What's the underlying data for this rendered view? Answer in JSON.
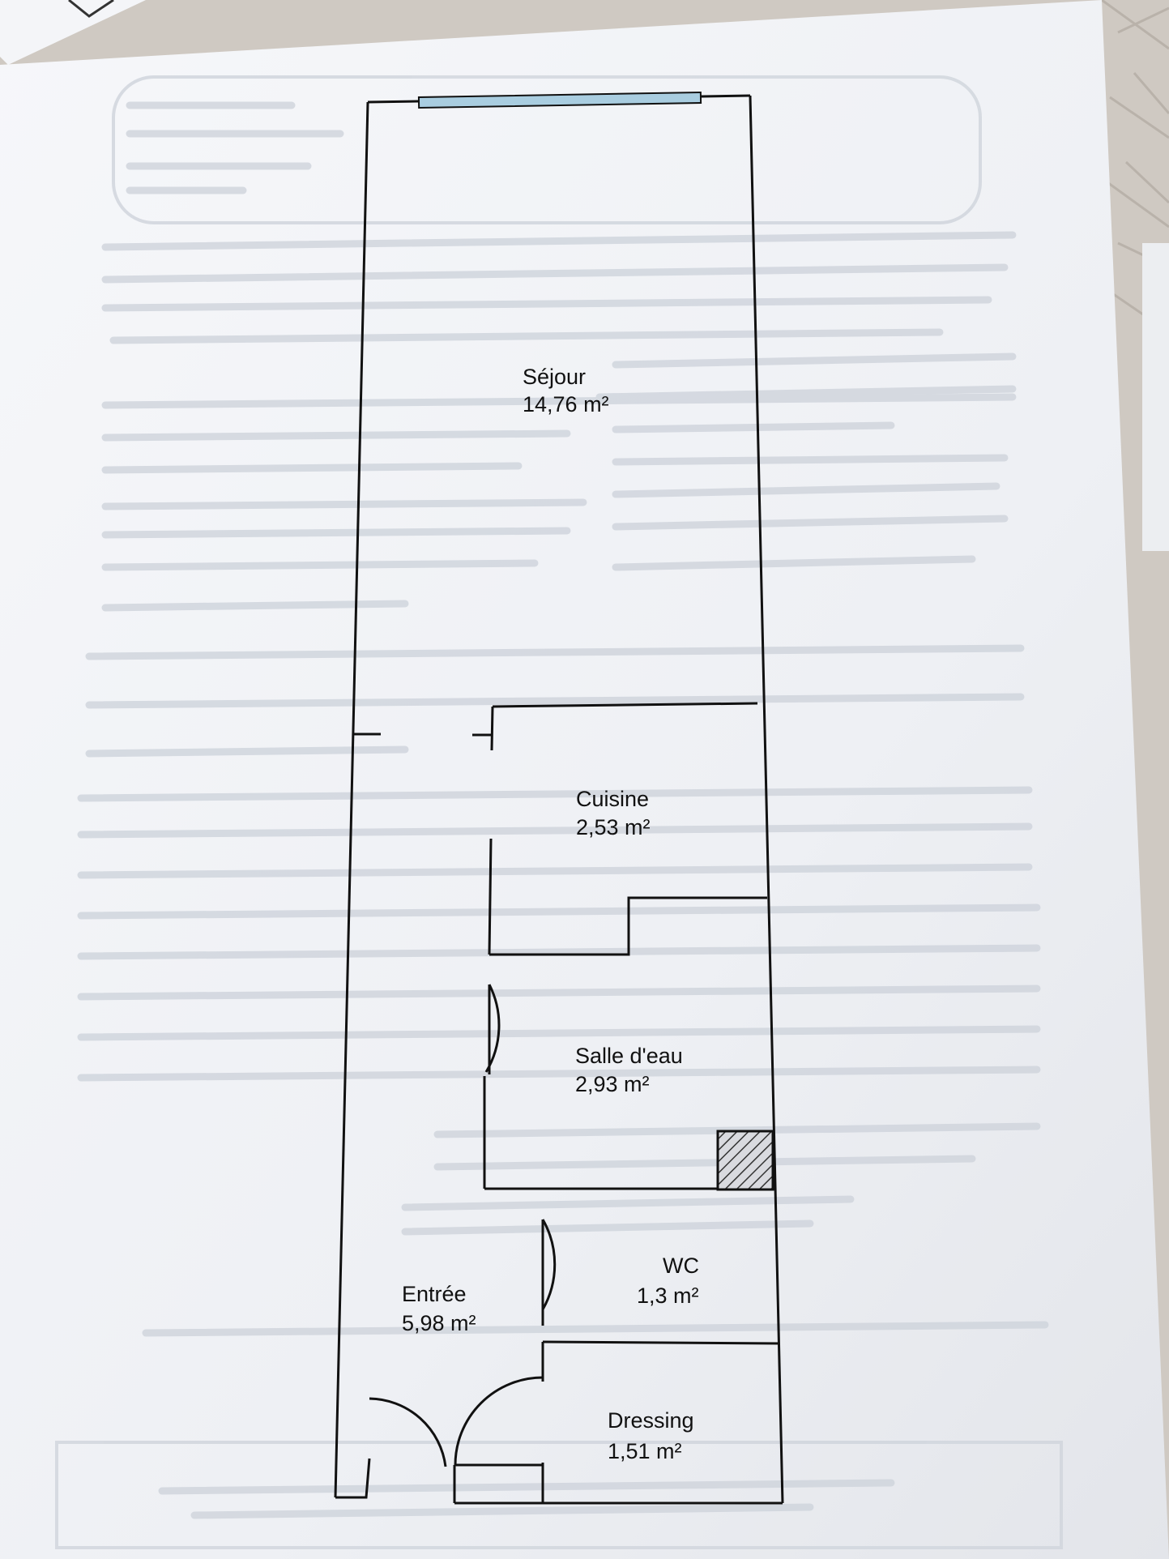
{
  "plan": {
    "rooms": [
      {
        "id": "sejour",
        "name": "Séjour",
        "area": "14,76  m²"
      },
      {
        "id": "cuisine",
        "name": "Cuisine",
        "area": "2,53  m²"
      },
      {
        "id": "salle-d-eau",
        "name": "Salle d'eau",
        "area": "2,93  m²"
      },
      {
        "id": "wc",
        "name": "WC",
        "area": "1,3  m²"
      },
      {
        "id": "entree",
        "name": "Entrée",
        "area": "5,98  m²"
      },
      {
        "id": "dressing",
        "name": "Dressing",
        "area": "1,51  m²"
      }
    ]
  },
  "colors": {
    "wall": "#111111",
    "window_glass": "#a9cde0",
    "paper": "#f3f4f7",
    "background": "#c9c4bd",
    "shaft_hatch": "#333333"
  }
}
